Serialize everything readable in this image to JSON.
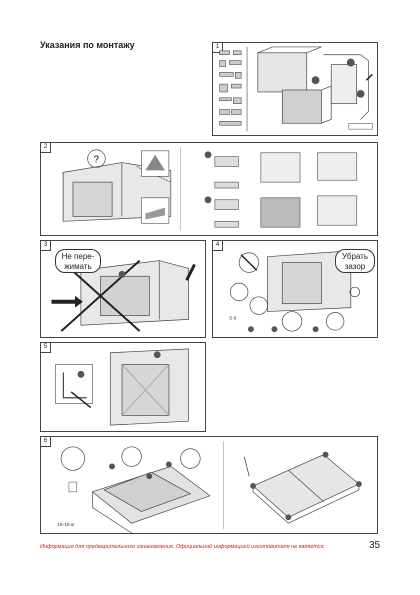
{
  "page": {
    "title": "Указания по монтажу",
    "footer_note": "Информация для предварительного ознакомления. Официальной информацией изготовителя не является.",
    "page_number": "35"
  },
  "panels": [
    {
      "number": "1"
    },
    {
      "number": "2"
    },
    {
      "number": "3",
      "callout": "Не пере-\nжимать"
    },
    {
      "number": "4",
      "callout": "Убрать\nзазор"
    },
    {
      "number": "5"
    },
    {
      "number": "6"
    }
  ],
  "labels": {
    "p2_question": "?",
    "p4_dim1": "5-6",
    "p6_dim1": "16-19 кг"
  },
  "colors": {
    "line": "#444444",
    "fill": "#d9d9d9",
    "dark": "#555555",
    "accent_red": "#d01c1c"
  }
}
